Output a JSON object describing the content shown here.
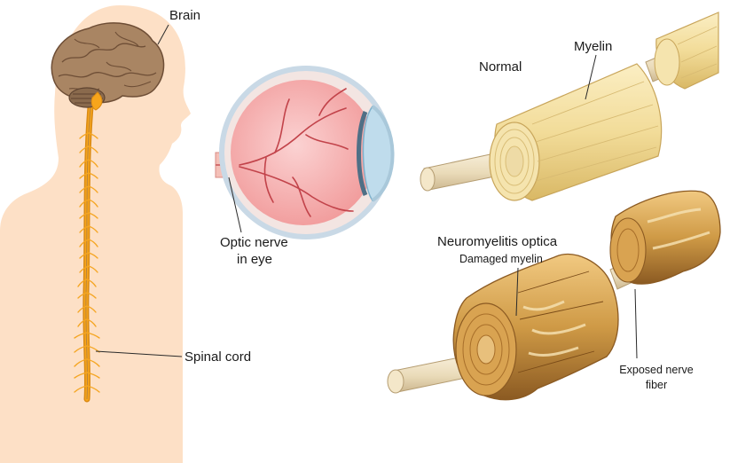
{
  "labels": {
    "brain": "Brain",
    "optic_nerve": "Optic nerve",
    "in_eye": "in eye",
    "spinal_cord": "Spinal cord",
    "normal": "Normal",
    "myelin": "Myelin",
    "nmo": "Neuromyelitis optica",
    "damaged_myelin": "Damaged myelin",
    "exposed_nerve": "Exposed nerve",
    "fiber": "fiber"
  },
  "colors": {
    "skin": "#fde0c6",
    "spinal_cord": "#f7a51b",
    "brain": "#a27d5e",
    "eye": "#f6b4b4",
    "myelin": "#f2dc99",
    "damaged_myelin": "#cf9a46"
  },
  "icons": [
    "human-silhouette-icon",
    "brain-icon",
    "eyeball-icon",
    "nerve-fiber-icon"
  ]
}
